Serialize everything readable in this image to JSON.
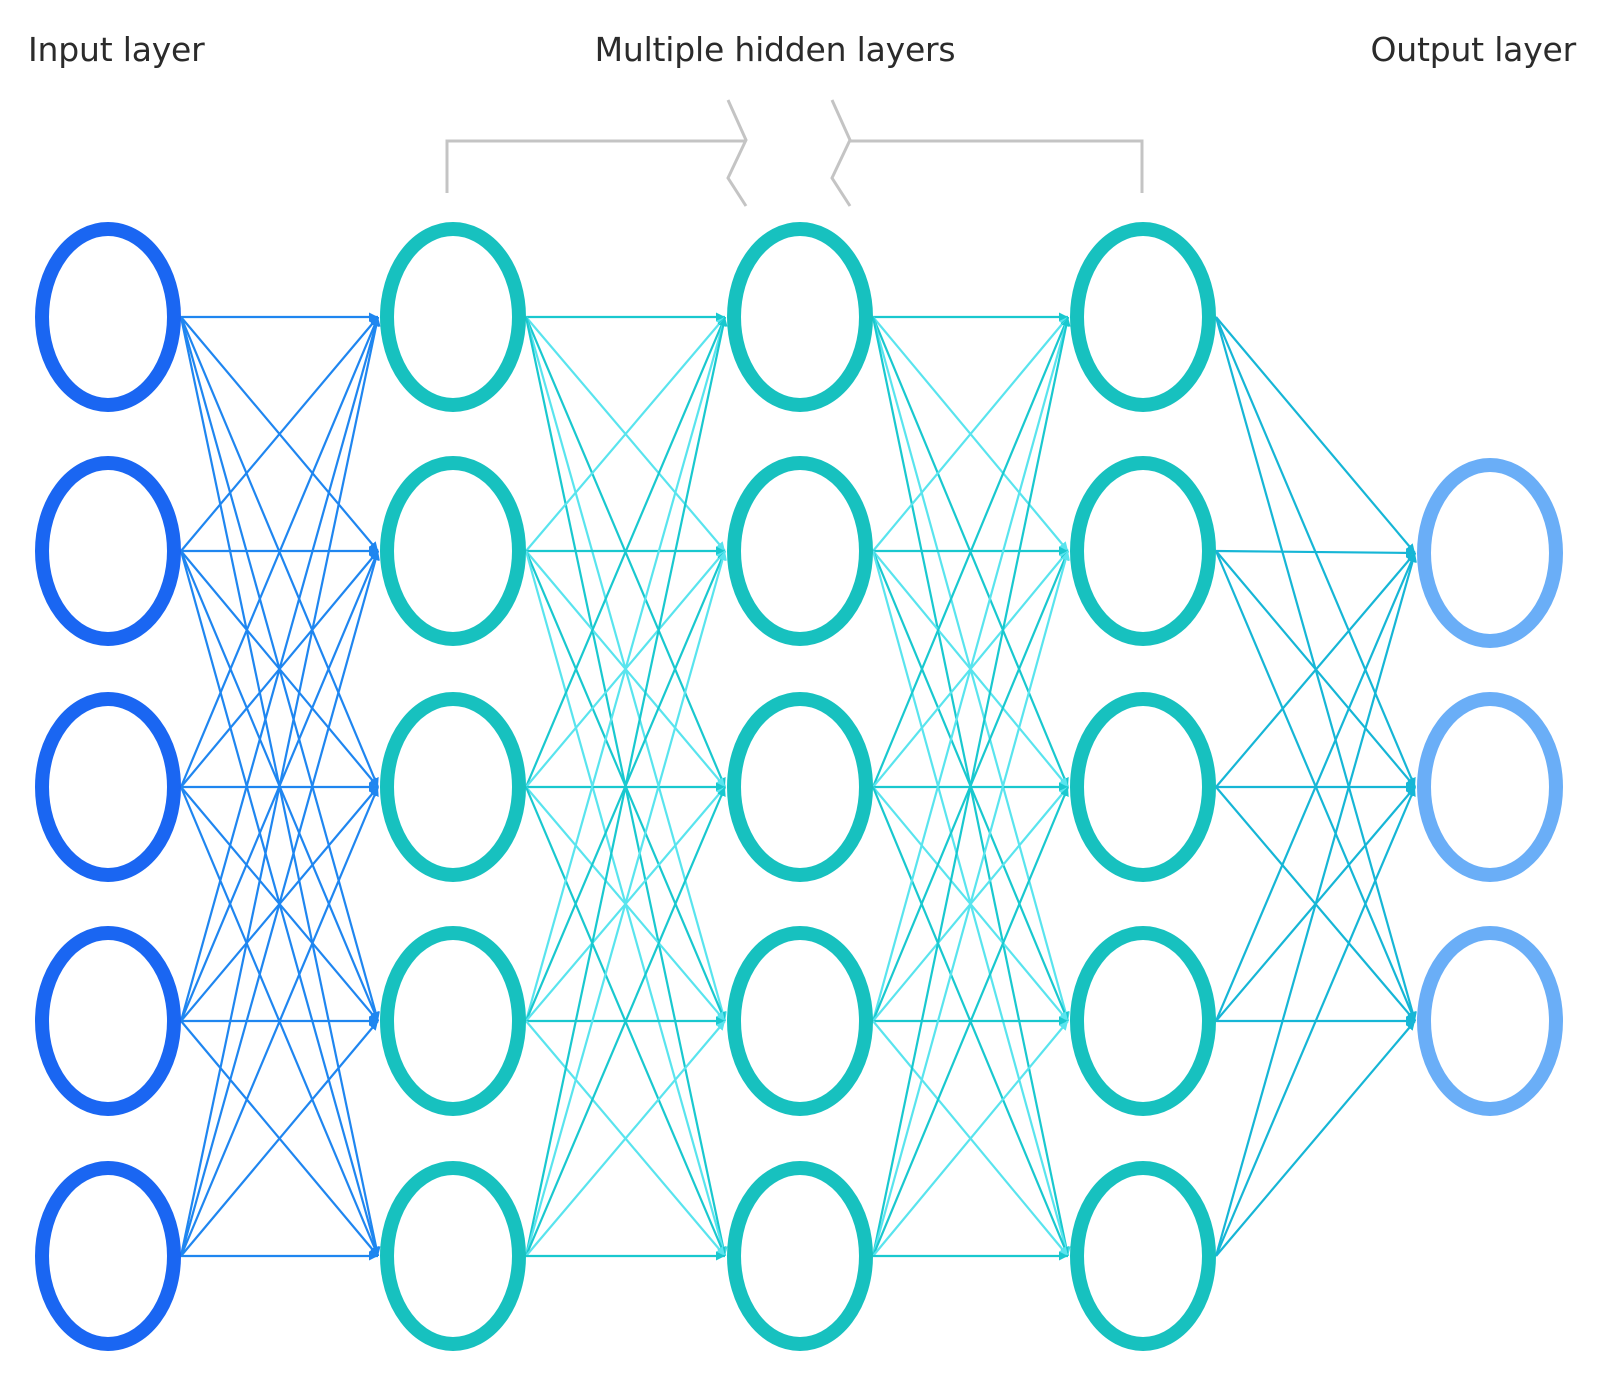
{
  "labels": {
    "input": "Input layer",
    "hidden": "Multiple hidden layers",
    "output": "Output layer"
  },
  "layers": [
    {
      "role": "input",
      "nodes": 5
    },
    {
      "role": "hidden",
      "nodes": 5
    },
    {
      "role": "hidden",
      "nodes": 5
    },
    {
      "role": "hidden",
      "nodes": 5
    },
    {
      "role": "output",
      "nodes": 3
    }
  ],
  "colors": {
    "input_node": "#1a66f2",
    "hidden_node": "#17c1bf",
    "output_node": "#6aaef7",
    "edge_input": "#1f86f0",
    "edge_hidden": "#19c8cf",
    "edge_hidden_light": "#59e4ee",
    "edge_output": "#16b6d6",
    "bracket": "#c4c4c4",
    "text": "#2b2b2b"
  },
  "icons": {
    "bracket": "bracket-break-icon",
    "arrow": "arrowhead-icon"
  }
}
